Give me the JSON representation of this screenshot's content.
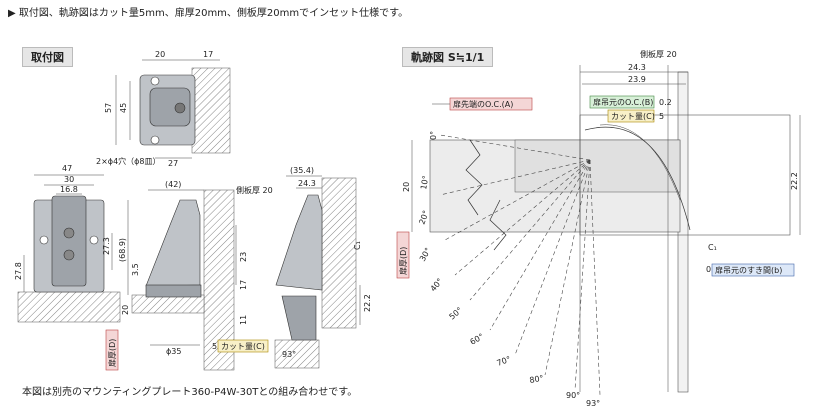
{
  "header_note": "▶ 取付図、軌跡図はカット量5mm、扉厚20mm、側板厚20mmでインセット仕様です。",
  "footer_note": "本図は別売のマウンティングプレート360-P4W-30Tとの組み合わせです。",
  "sections": {
    "mounting_title": "取付図",
    "trajectory_title": "軌跡図 S≒1/1"
  },
  "mounting": {
    "top_view": {
      "d20": "20",
      "d17": "17",
      "d57": "57",
      "d45": "45",
      "d27": "27",
      "screw": "2×ϕ4穴（ϕ8皿）"
    },
    "front_view": {
      "d47": "47",
      "d30": "30",
      "d168": "16.8",
      "d273": "27.3",
      "d278": "27.8"
    },
    "side_view": {
      "d42": "(42)",
      "side_plate": "側板厚 20",
      "d689": "(68.9)",
      "d35": "3.5",
      "d20v": "20",
      "d23": "23",
      "d17v": "17",
      "d11": "11",
      "phi35": "ϕ35",
      "d5": "5",
      "cut": "カット量(C)",
      "door_thick": "扉厚(D)"
    },
    "open_view": {
      "d354": "(35.4)",
      "d243": "24.3",
      "c1": "C₁",
      "d222": "22.2",
      "deg93": "93°"
    }
  },
  "trajectory": {
    "side_plate": "側板厚 20",
    "d243": "24.3",
    "d239": "23.9",
    "door_edge_oc": "扉先端のO.C.(A)",
    "door_hang_oc": "扉吊元のO.C.(B)",
    "oc_value": "0.2",
    "cut": "カット量(C)",
    "cut_value": "5",
    "gap": "扉吊元のすき間(b)",
    "gap_value": "0",
    "door_thick": "扉厚(D)",
    "d20": "20",
    "d222": "22.2",
    "c1": "C₁",
    "angles": [
      "0°",
      "10°",
      "20°",
      "30°",
      "40°",
      "50°",
      "60°",
      "70°",
      "80°",
      "90°",
      "93°"
    ]
  }
}
